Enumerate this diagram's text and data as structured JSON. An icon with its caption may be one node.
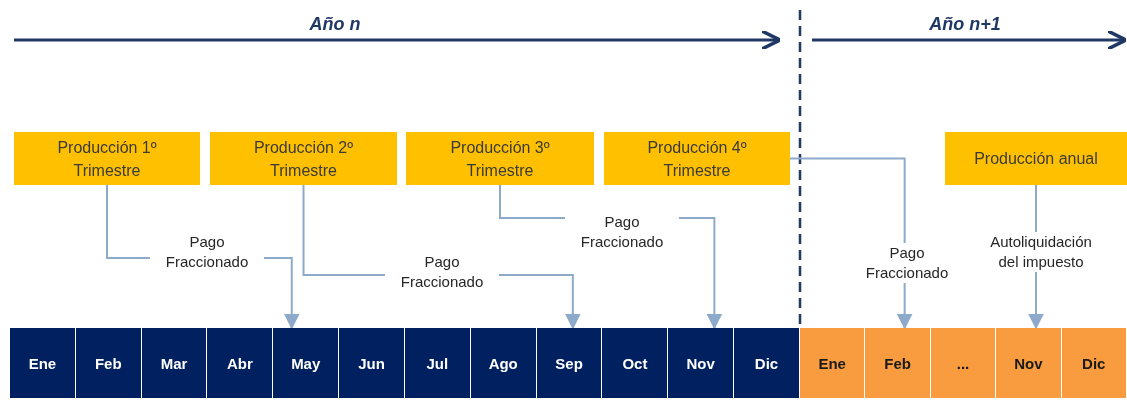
{
  "diagram": {
    "nodes": [
      {
        "text": [
          "Producción 1º Trimestre"
        ]
      },
      {
        "text": [
          "Producción 2º Trimestre"
        ]
      },
      {
        "text": [
          "Producción 3º Trimestre"
        ]
      },
      {
        "text": [
          "Producción 4º Trimestre"
        ]
      },
      {
        "text": [
          "Producción anual"
        ]
      },
      {
        "text": [
          "Ene"
        ]
      },
      {
        "text": [
          "Feb"
        ]
      },
      {
        "text": [
          "Mar"
        ]
      },
      {
        "text": [
          "Abr"
        ]
      },
      {
        "text": [
          "May"
        ]
      },
      {
        "text": [
          "Jun"
        ]
      },
      {
        "text": [
          "Jul"
        ]
      },
      {
        "text": [
          "Ago"
        ]
      },
      {
        "text": [
          "Sep"
        ]
      },
      {
        "text": [
          "Oct"
        ]
      },
      {
        "text": [
          "Nov"
        ]
      },
      {
        "text": [
          "Dic"
        ]
      },
      {
        "text": [
          "Ene"
        ]
      },
      {
        "text": [
          "Feb"
        ]
      },
      {
        "text": [
          "..."
        ]
      },
      {
        "text": [
          "Nov"
        ]
      },
      {
        "text": [
          "Dic"
        ]
      }
    ],
    "edges": [
      {
        "from": 0,
        "to": 9,
        "arrow": "to",
        "label": "Pago Fraccionado"
      },
      {
        "from": 1,
        "to": 13,
        "arrow": "to",
        "label": "Pago Fraccionado"
      },
      {
        "from": 2,
        "to": 15,
        "arrow": "to",
        "label": "Pago Fraccionado"
      },
      {
        "from": 3,
        "to": 18,
        "arrow": "to",
        "label": "Pago Fraccionado"
      },
      {
        "from": 4,
        "to": 20,
        "arrow": "to",
        "label": "Autoliquidación del impuesto"
      }
    ],
    "labels": [
      "Año n",
      "Año n+1"
    ]
  }
}
